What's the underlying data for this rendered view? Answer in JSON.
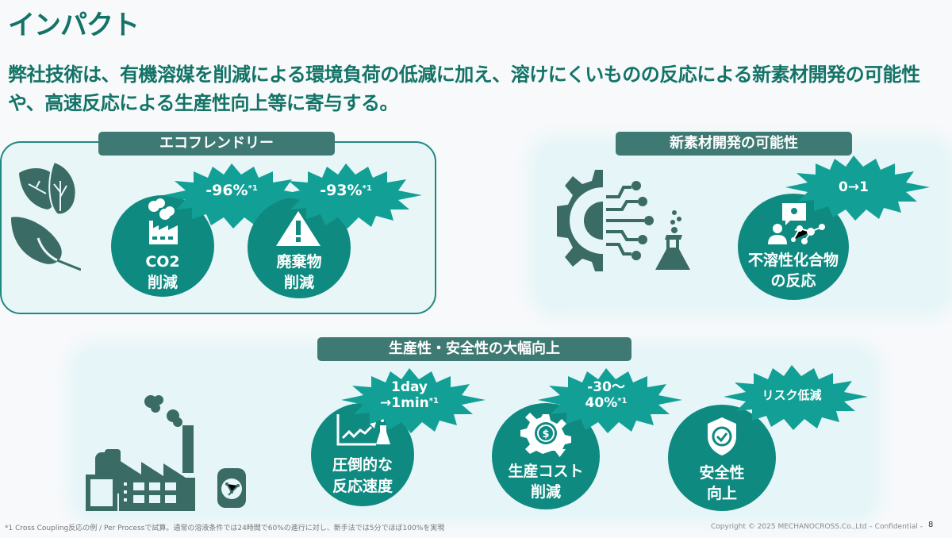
{
  "title": "インパクト",
  "lead": "弊社技術は、有機溶媒を削減による環境負荷の低減に加え、溶けにくいものの反応による新素材開発の可能性や、高速反応による生産性向上等に寄与する。",
  "colors": {
    "primary_text": "#137366",
    "circle": "#0f8a80",
    "burst": "#12a096",
    "label_bar": "#3e7a73",
    "icon_dark": "#3a6b64",
    "panel_bg": "#e6f5f7"
  },
  "eco": {
    "label": "エコフレンドリー",
    "side_icon": "leaves-icon",
    "items": [
      {
        "icon": "factory-emission-icon",
        "line1": "CO2",
        "line2": "削減",
        "burst_value": "-96%",
        "burst_note": "*1"
      },
      {
        "icon": "warning-triangle-icon",
        "line1": "廃棄物",
        "line2": "削減",
        "burst_value": "-93%",
        "burst_note": "*1"
      }
    ]
  },
  "new_material": {
    "label": "新素材開発の可能性",
    "side_icon": "gear-circuit-flask-icon",
    "items": [
      {
        "icon": "person-idea-molecule-icon",
        "line1": "不溶性化合物",
        "line2": "の反応",
        "burst_value": "0→1",
        "burst_note": ""
      }
    ]
  },
  "productivity": {
    "label": "生産性・安全性の大幅向上",
    "side_icon": "factory-icon",
    "items": [
      {
        "icon": "growth-chart-flask-icon",
        "line1": "圧倒的な",
        "line2": "反応速度",
        "burst_line1": "1day",
        "burst_line2": "→1min",
        "burst_note": "*1"
      },
      {
        "icon": "cost-gear-down-icon",
        "line1": "生産コスト",
        "line2": "削減",
        "burst_line1": "-30〜",
        "burst_line2": "40%",
        "burst_note": "*1"
      },
      {
        "icon": "shield-check-icon",
        "line1": "安全性",
        "line2": "向上",
        "burst_value": "リスク低減",
        "burst_note": ""
      }
    ]
  },
  "footer": {
    "footnote": "*1 Cross Coupling反応の例 / Per Processで試算。通常の溶液条件では24時間で60%の進行に対し、新手法では5分でほぼ100%を実現",
    "copyright": "Copyright © 2025 MECHANOCROSS.Co.,Ltd – Confidential -",
    "page": "8"
  }
}
